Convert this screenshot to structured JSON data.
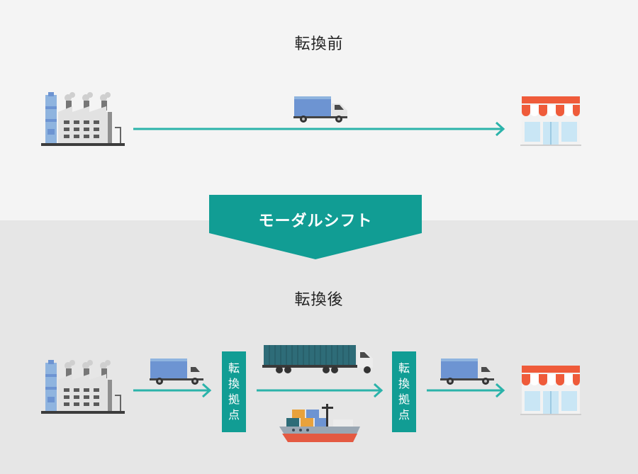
{
  "before": {
    "title": "転換前"
  },
  "shift": {
    "label": "モーダルシフト",
    "color": "#119d94"
  },
  "after": {
    "title": "転換後",
    "hub_left": [
      "転",
      "換",
      "拠",
      "点"
    ],
    "hub_right": [
      "転",
      "換",
      "拠",
      "点"
    ]
  },
  "colors": {
    "arrow": "#2bb3aa",
    "truck_body": "#6d94d2",
    "store_awning": "#ef5b3a",
    "container_truck": "#2e6c78",
    "ship_hull": "#e45a42"
  },
  "icons": [
    "factory-icon",
    "truck-icon",
    "store-icon",
    "container-truck-icon",
    "cargo-ship-icon"
  ]
}
